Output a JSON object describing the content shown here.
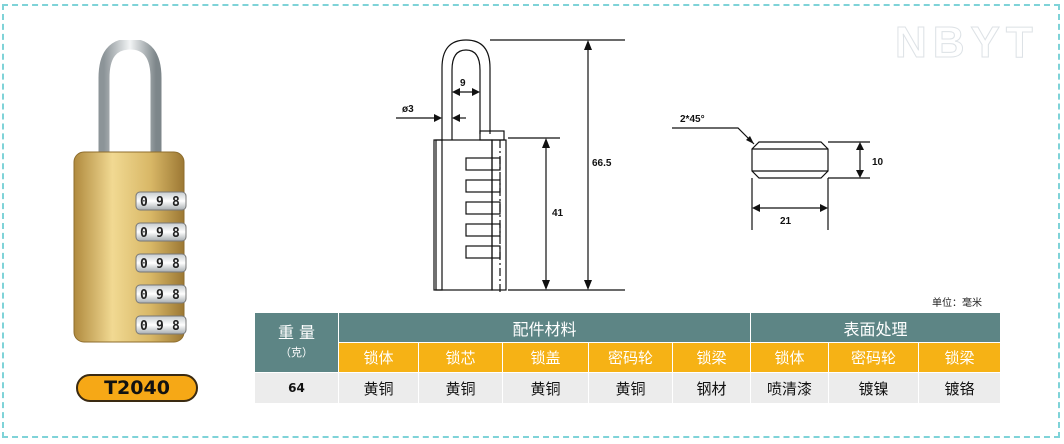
{
  "watermark": "NBYT",
  "product": {
    "model": "T2040",
    "dial_digits": [
      "0",
      "9",
      "8"
    ]
  },
  "drawing": {
    "labels": {
      "shackle_diameter": "ø3",
      "shackle_width": "9",
      "total_height": "66.5",
      "body_height": "41",
      "chamfer": "2*45°",
      "section_height": "10",
      "section_width": "21"
    }
  },
  "unit_note": "单位：毫米",
  "table": {
    "weight_header": "重 量",
    "weight_unit": "（克）",
    "group_headers": [
      "配件材料",
      "表面处理"
    ],
    "sub_headers": [
      "锁体",
      "锁芯",
      "锁盖",
      "密码轮",
      "锁梁",
      "锁体",
      "密码轮",
      "锁梁"
    ],
    "weight_value": "64",
    "values": [
      "黄铜",
      "黄铜",
      "黄铜",
      "黄铜",
      "钢材",
      "喷清漆",
      "镀镍",
      "镀铬"
    ]
  },
  "colors": {
    "frame": "#7fd3d8",
    "header_teal": "#5d8585",
    "sub_header_orange": "#f6b215",
    "badge_orange": "#f6a816",
    "value_bg": "#ececec"
  }
}
